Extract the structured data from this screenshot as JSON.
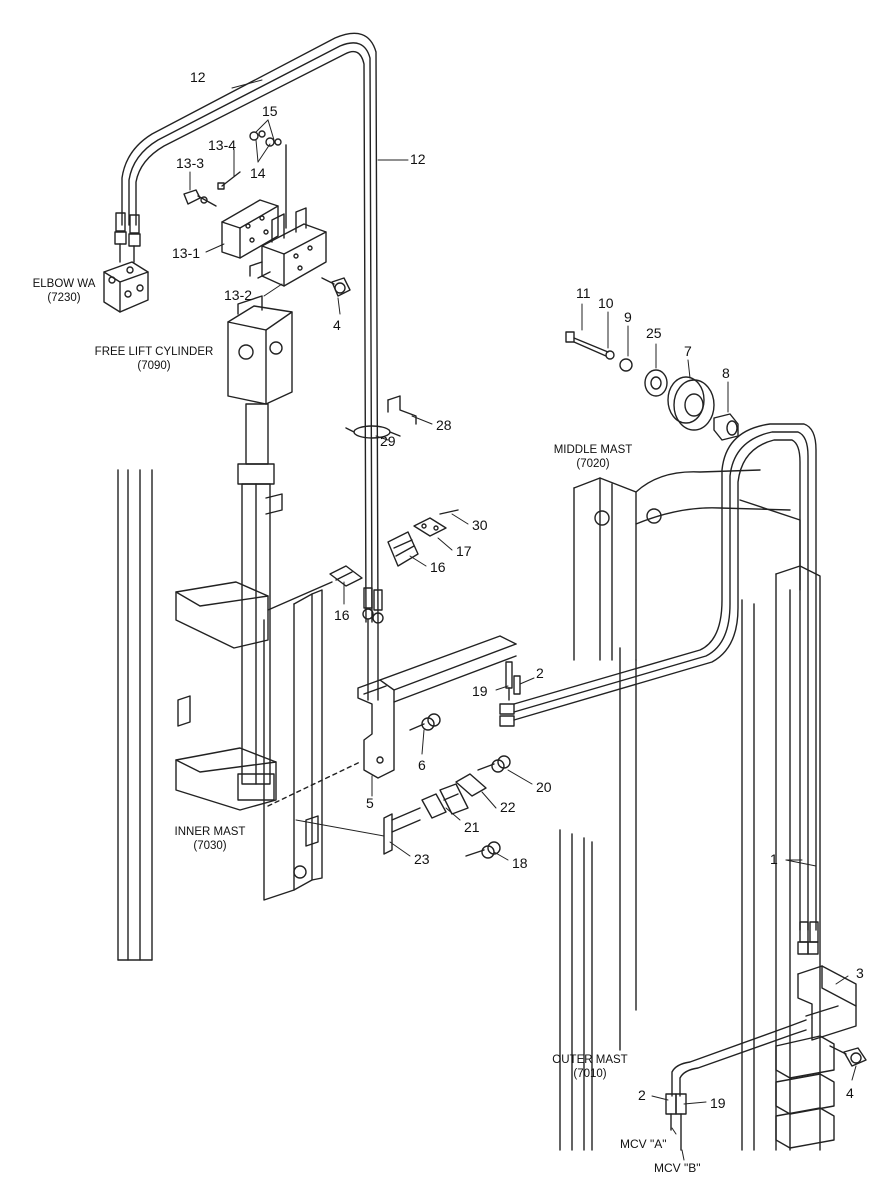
{
  "part_numbers": {
    "n12a": "12",
    "n12b": "12",
    "n15": "15",
    "n13_4": "13-4",
    "n14": "14",
    "n13_3": "13-3",
    "n13_1": "13-1",
    "n13_2": "13-2",
    "n4a": "4",
    "n11": "11",
    "n10": "10",
    "n9": "9",
    "n25": "25",
    "n7": "7",
    "n8": "8",
    "n28": "28",
    "n29": "29",
    "n30": "30",
    "n17": "17",
    "n16a": "16",
    "n16b": "16",
    "n2a": "2",
    "n19a": "19",
    "n6": "6",
    "n20": "20",
    "n5": "5",
    "n22": "22",
    "n21": "21",
    "n23": "23",
    "n18": "18",
    "n1": "1",
    "n3": "3",
    "n2b": "2",
    "n19b": "19",
    "n4b": "4"
  },
  "assemblies": {
    "elbow": {
      "name": "ELBOW WA",
      "code": "(7230)"
    },
    "free_lift": {
      "name": "FREE LIFT CYLINDER",
      "code": "(7090)"
    },
    "middle_mast": {
      "name": "MIDDLE MAST",
      "code": "(7020)"
    },
    "inner_mast": {
      "name": "INNER MAST",
      "code": "(7030)"
    },
    "outer_mast": {
      "name": "OUTER MAST",
      "code": "(7010)"
    }
  },
  "ports": {
    "mcv_a": "MCV \"A\"",
    "mcv_b": "MCV \"B\""
  },
  "colors": {
    "line": "#222222",
    "background": "#ffffff"
  }
}
